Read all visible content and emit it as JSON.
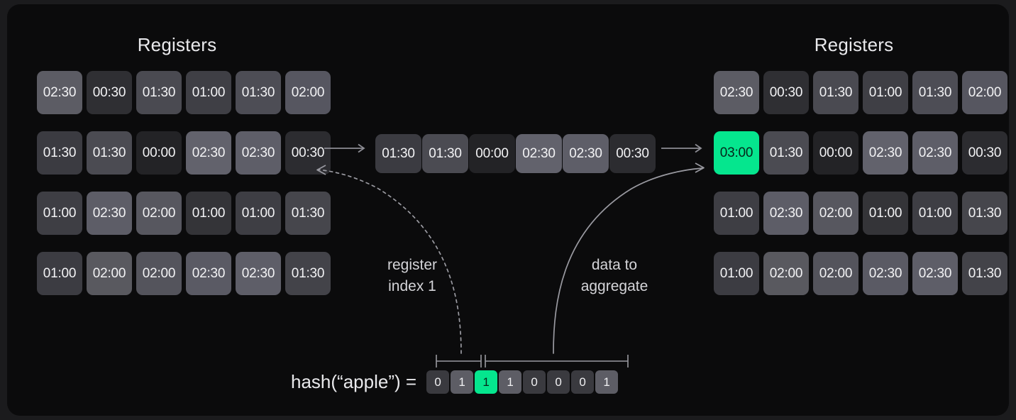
{
  "diagram": {
    "title_left": "Registers",
    "title_right": "Registers",
    "accent_color": "#05e68e",
    "panel_color": "#0b0b0c",
    "page_color": "#1b1b1d"
  },
  "registers_before": {
    "label": "Registers",
    "rows": [
      [
        {
          "value": "02:30",
          "bg": "#5c5c64"
        },
        {
          "value": "00:30",
          "bg": "#2f2f33"
        },
        {
          "value": "01:30",
          "bg": "#4a4a51"
        },
        {
          "value": "01:00",
          "bg": "#3f3f45"
        },
        {
          "value": "01:30",
          "bg": "#4d4d55"
        },
        {
          "value": "02:00",
          "bg": "#565660"
        }
      ],
      [
        {
          "value": "01:30",
          "bg": "#3b3b41"
        },
        {
          "value": "01:30",
          "bg": "#4b4b52"
        },
        {
          "value": "00:00",
          "bg": "#232326"
        },
        {
          "value": "02:30",
          "bg": "#62626c"
        },
        {
          "value": "02:30",
          "bg": "#5e5e68"
        },
        {
          "value": "00:30",
          "bg": "#2c2c30"
        }
      ],
      [
        {
          "value": "01:00",
          "bg": "#3e3e44"
        },
        {
          "value": "02:30",
          "bg": "#5d5d67"
        },
        {
          "value": "02:00",
          "bg": "#57575f"
        },
        {
          "value": "01:00",
          "bg": "#343438"
        },
        {
          "value": "01:00",
          "bg": "#3e3e44"
        },
        {
          "value": "01:30",
          "bg": "#46464c"
        }
      ],
      [
        {
          "value": "01:00",
          "bg": "#3c3c42"
        },
        {
          "value": "02:00",
          "bg": "#59595f"
        },
        {
          "value": "02:00",
          "bg": "#54545c"
        },
        {
          "value": "02:30",
          "bg": "#5a5a64"
        },
        {
          "value": "02:30",
          "bg": "#5e5e68"
        },
        {
          "value": "01:30",
          "bg": "#434349"
        }
      ]
    ]
  },
  "registers_after": {
    "label": "Registers",
    "rows": [
      [
        {
          "value": "02:30",
          "bg": "#5c5c64",
          "highlight": false
        },
        {
          "value": "00:30",
          "bg": "#2f2f33",
          "highlight": false
        },
        {
          "value": "01:30",
          "bg": "#4a4a51",
          "highlight": false
        },
        {
          "value": "01:00",
          "bg": "#3f3f45",
          "highlight": false
        },
        {
          "value": "01:30",
          "bg": "#4d4d55",
          "highlight": false
        },
        {
          "value": "02:00",
          "bg": "#565660",
          "highlight": false
        }
      ],
      [
        {
          "value": "03:00",
          "bg": "#05e68e",
          "highlight": true
        },
        {
          "value": "01:30",
          "bg": "#4b4b52",
          "highlight": false
        },
        {
          "value": "00:00",
          "bg": "#232326",
          "highlight": false
        },
        {
          "value": "02:30",
          "bg": "#62626c",
          "highlight": false
        },
        {
          "value": "02:30",
          "bg": "#5e5e68",
          "highlight": false
        },
        {
          "value": "00:30",
          "bg": "#2c2c30",
          "highlight": false
        }
      ],
      [
        {
          "value": "01:00",
          "bg": "#3e3e44",
          "highlight": false
        },
        {
          "value": "02:30",
          "bg": "#5d5d67",
          "highlight": false
        },
        {
          "value": "02:00",
          "bg": "#57575f",
          "highlight": false
        },
        {
          "value": "01:00",
          "bg": "#343438",
          "highlight": false
        },
        {
          "value": "01:00",
          "bg": "#3e3e44",
          "highlight": false
        },
        {
          "value": "01:30",
          "bg": "#46464c",
          "highlight": false
        }
      ],
      [
        {
          "value": "01:00",
          "bg": "#3c3c42",
          "highlight": false
        },
        {
          "value": "02:00",
          "bg": "#59595f",
          "highlight": false
        },
        {
          "value": "02:00",
          "bg": "#54545c",
          "highlight": false
        },
        {
          "value": "02:30",
          "bg": "#5a5a64",
          "highlight": false
        },
        {
          "value": "02:30",
          "bg": "#5e5e68",
          "highlight": false
        },
        {
          "value": "01:30",
          "bg": "#434349",
          "highlight": false
        }
      ]
    ]
  },
  "selected_row": {
    "cells": [
      {
        "value": "01:30",
        "bg": "#3b3b41"
      },
      {
        "value": "01:30",
        "bg": "#4b4b52"
      },
      {
        "value": "00:00",
        "bg": "#232326"
      },
      {
        "value": "02:30",
        "bg": "#62626c"
      },
      {
        "value": "02:30",
        "bg": "#5e5e68"
      },
      {
        "value": "00:30",
        "bg": "#2c2c30"
      }
    ]
  },
  "annotations": {
    "register_index": "register\nindex 1",
    "data_to_aggregate": "data to\naggregate"
  },
  "hash": {
    "expression": "hash(“apple”) =",
    "bits": [
      {
        "value": "0",
        "set": false,
        "highlight": false
      },
      {
        "value": "1",
        "set": true,
        "highlight": false
      },
      {
        "value": "1",
        "set": true,
        "highlight": true
      },
      {
        "value": "1",
        "set": true,
        "highlight": false
      },
      {
        "value": "0",
        "set": false,
        "highlight": false
      },
      {
        "value": "0",
        "set": false,
        "highlight": false
      },
      {
        "value": "0",
        "set": false,
        "highlight": false
      },
      {
        "value": "1",
        "set": true,
        "highlight": false
      }
    ],
    "bracket_index_bits": "0-1",
    "bracket_data_bits": "2-7"
  }
}
